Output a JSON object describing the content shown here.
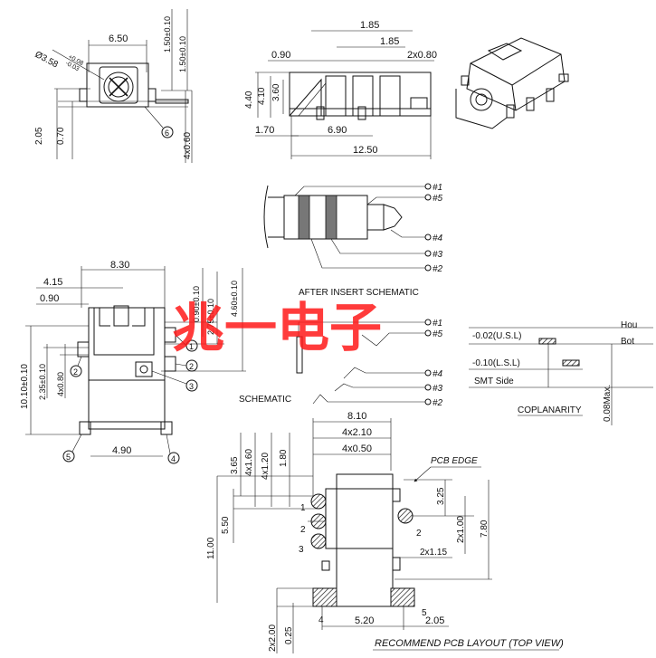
{
  "front_view": {
    "width": "6.50",
    "diameter": "Ø3.58",
    "diameter_tol_upper": "+0.08",
    "diameter_tol_lower": "-0.03",
    "dim_top_a": "1.50±0.10",
    "dim_top_b": "1.50±0.10",
    "dim_left_a": "2.05",
    "dim_left_b": "0.70",
    "dim_right": "4x0.60",
    "callout": "6"
  },
  "side_view": {
    "dim_1_85_a": "1.85",
    "dim_1_85_b": "1.85",
    "dim_0_90": "0.90",
    "dim_2x0_80": "2x0.80",
    "dim_4_40": "4.40",
    "dim_4_10": "4.10",
    "dim_3_60": "3.60",
    "dim_1_70": "1.70",
    "dim_6_90": "6.90",
    "dim_12_50": "12.50"
  },
  "plug": {
    "pins": [
      "#1",
      "#5",
      "#4",
      "#3",
      "#2"
    ]
  },
  "top_view": {
    "dim_8_30": "8.30",
    "dim_4_15": "4.15",
    "dim_0_90": "0.90",
    "dim_0_90_tol": "0.90±0.10",
    "dim_2_75_tol": "2.75±0.10",
    "dim_4_60_tol": "4.60±0.10",
    "dim_10_10_tol": "10.10±0.10",
    "dim_2_35_tol": "2.35±0.10",
    "dim_4x0_80": "4x0.80",
    "dim_4_90": "4.90",
    "callouts": [
      "1",
      "2",
      "2",
      "3",
      "5",
      "4"
    ]
  },
  "schematic": {
    "after_insert_label": "AFTER INSERT SCHEMATIC",
    "label": "SCHEMATIC",
    "pins": [
      "#1",
      "#5",
      "#4",
      "#3",
      "#2"
    ]
  },
  "coplanarity": {
    "usl": "-0.02(U.S.L)",
    "lsl": "-0.10(L.S.L)",
    "smt_side": "SMT Side",
    "title": "COPLANARITY",
    "max": "0.08Max.",
    "hou_cut": "Hou",
    "bot_cut": "Bot"
  },
  "pcb_layout": {
    "dim_8_10": "8.10",
    "dim_4x2_10": "4x2.10",
    "dim_4x0_50": "4x0.50",
    "dim_3_65": "3.65",
    "dim_4x1_60": "4x1.60",
    "dim_4x1_20": "4x1.20",
    "dim_1_80": "1.80",
    "dim_5_50": "5.50",
    "dim_11_00": "11.00",
    "dim_3_25": "3.25",
    "dim_2x1_00": "2x1.00",
    "dim_7_80": "7.80",
    "dim_2x1_15": "2x1.15",
    "dim_2x2_00": "2x2.00",
    "dim_0_25": "0.25",
    "dim_5_20": "5.20",
    "dim_2_05": "2.05",
    "pcb_edge": "PCB  EDGE",
    "pad_labels": [
      "1",
      "2",
      "3",
      "2",
      "4",
      "5"
    ],
    "title": "RECOMMEND PCB LAYOUT (TOP VIEW)"
  },
  "watermark": "兆一电子"
}
